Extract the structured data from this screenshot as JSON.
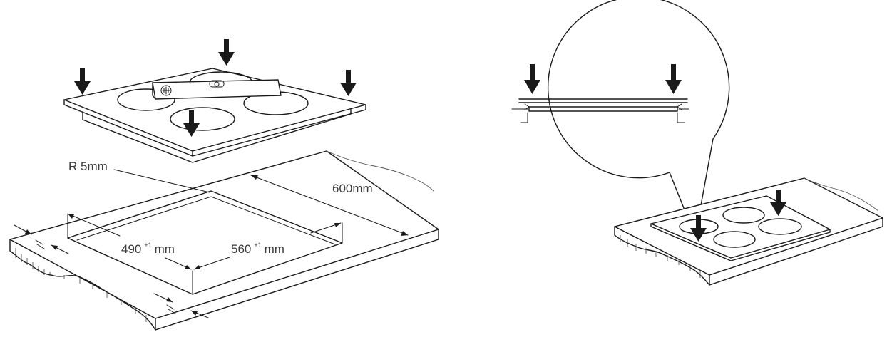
{
  "labels": {
    "radius": "R 5mm",
    "depth": "600mm",
    "cutout_depth_value": "490",
    "cutout_depth_tolerance": "+1",
    "cutout_depth_unit": "mm",
    "cutout_width_value": "560",
    "cutout_width_tolerance": "+1",
    "cutout_width_unit": "mm"
  },
  "colors": {
    "line": "#1a1a1a",
    "label": "#3a3a3a",
    "background": "#ffffff"
  },
  "icons": {
    "press_arrows": "arrow-down-icon",
    "spirit_level": "spirit-level-icon",
    "magnifier": "magnifier-callout-icon"
  }
}
